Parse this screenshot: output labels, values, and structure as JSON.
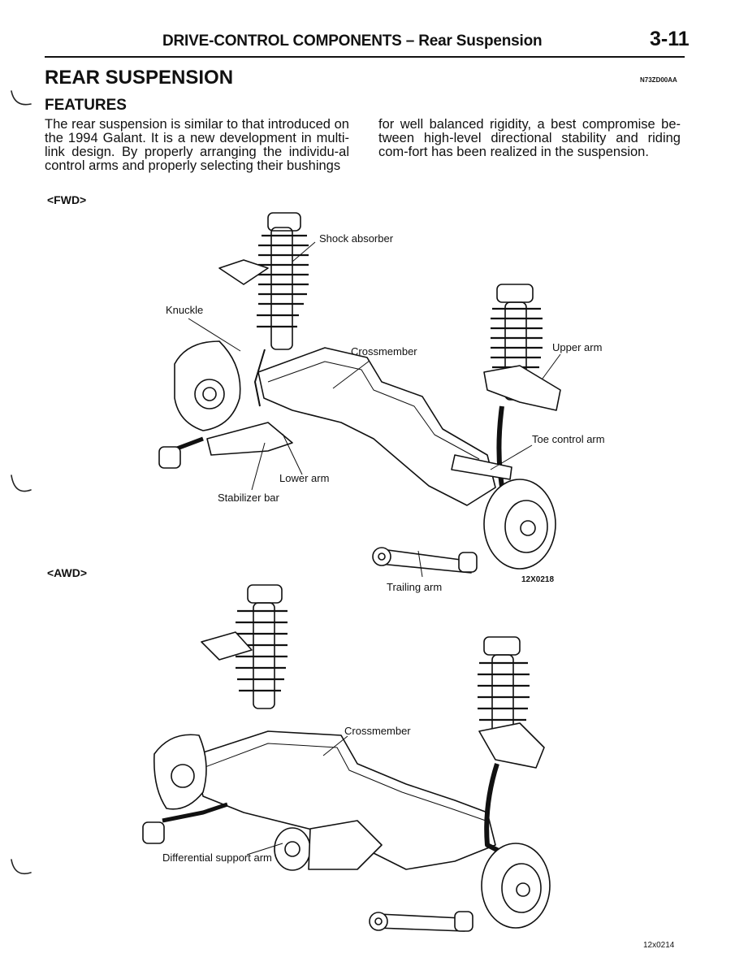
{
  "header": {
    "title_main": "DRIVE-CONTROL COMPONENTS –",
    "title_sub": "Rear Suspension",
    "page_number": "3-11"
  },
  "section": {
    "title": "REAR SUSPENSION",
    "doc_code": "N73ZD00AA",
    "subtitle": "FEATURES"
  },
  "body": {
    "col1": "The rear suspension is similar to that introduced on the 1994 Galant. It is a new development in multi-link design. By properly arranging the individu-al control arms and properly selecting their bushings",
    "col2": "for well balanced rigidity, a best compromise be-tween high-level directional stability and riding com-fort has been realized in the suspension."
  },
  "fwd": {
    "variant": "<FWD>",
    "labels": {
      "shock": "Shock absorber",
      "knuckle": "Knuckle",
      "crossmember": "Crossmember",
      "upper_arm": "Upper arm",
      "toe_control": "Toe control arm",
      "lower_arm": "Lower arm",
      "stabilizer": "Stabilizer bar",
      "trailing": "Trailing arm"
    },
    "figure_code": "12X0218"
  },
  "awd": {
    "variant": "<AWD>",
    "labels": {
      "crossmember": "Crossmember",
      "diff_support": "Differential support arm"
    },
    "figure_code": "12x0214"
  }
}
